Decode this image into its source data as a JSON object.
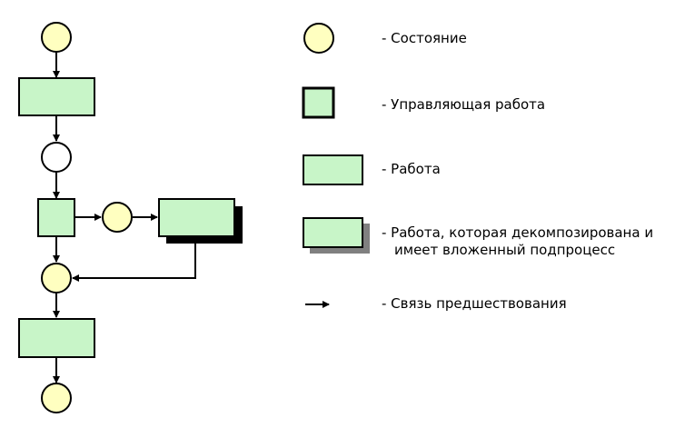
{
  "colors": {
    "state_fill": "#FFFFC0",
    "work_fill": "#C8F5C8",
    "line": "#000000",
    "shadow_dark": "#000000",
    "shadow_gray": "#808080",
    "empty_state_fill": "#FFFFFF"
  },
  "legend": {
    "state": "- Состояние",
    "control_work": "- Управляющая работа",
    "work": "- Работа",
    "decomposed_line1": "- Работа, которая декомпозирована и",
    "decomposed_line2": "имеет вложенный подпроцесс",
    "precedence_link": "- Связь предшествования"
  }
}
